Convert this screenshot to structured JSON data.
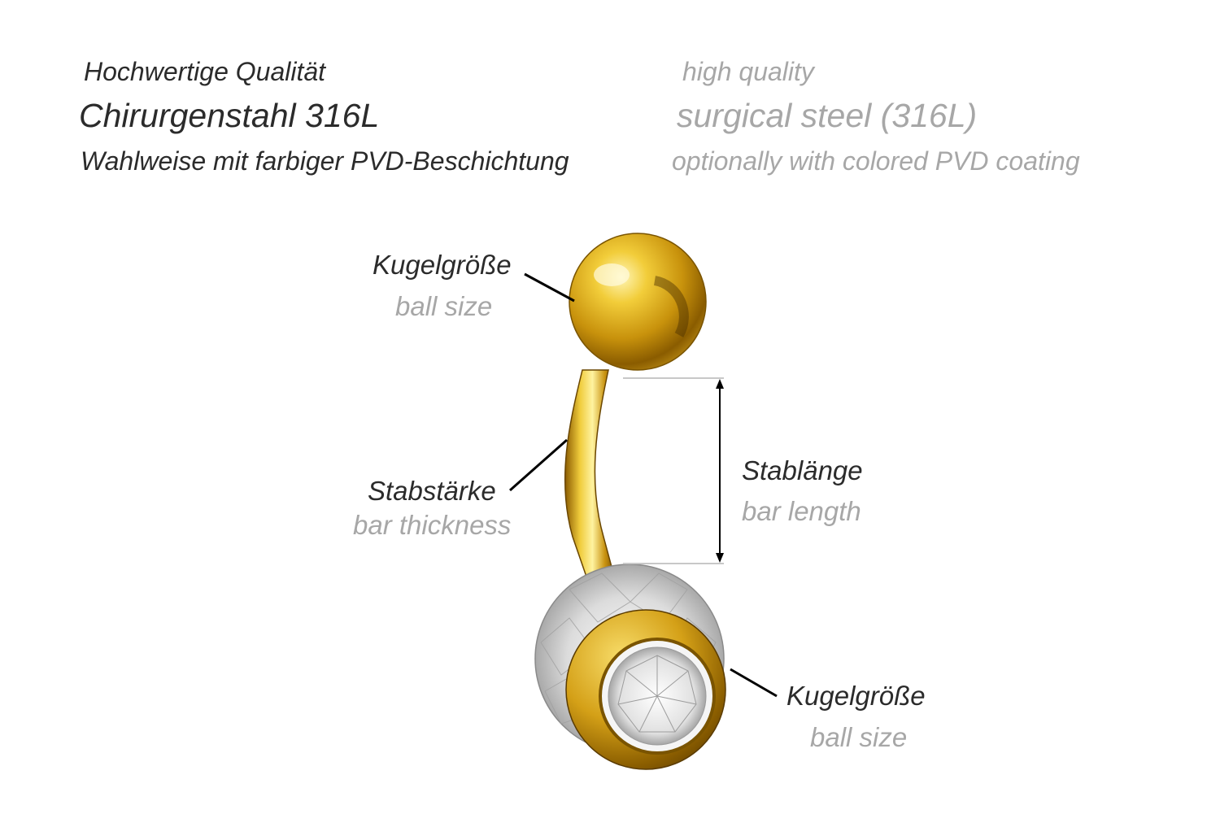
{
  "header": {
    "quality_de": "Hochwertige Qualität",
    "quality_en": "high quality",
    "material_de": "Chirurgenstahl 316L",
    "material_en": "surgical steel (316L)",
    "coating_de": "Wahlweise mit farbiger PVD-Beschichtung",
    "coating_en": "optionally with colored PVD coating"
  },
  "labels": {
    "top_ball_de": "Kugelgröße",
    "top_ball_en": "ball size",
    "bar_thickness_de": "Stabstärke",
    "bar_thickness_en": "bar thickness",
    "bar_length_de": "Stablänge",
    "bar_length_en": "bar length",
    "bottom_ball_de": "Kugelgröße",
    "bottom_ball_en": "ball size"
  },
  "colors": {
    "gold": "#d4a017",
    "gold_dark": "#7a5400",
    "gold_light": "#fff2a8",
    "text_primary": "#2b2b2b",
    "text_secondary": "#a7a7a7",
    "crystal": "#e8e8e8"
  }
}
